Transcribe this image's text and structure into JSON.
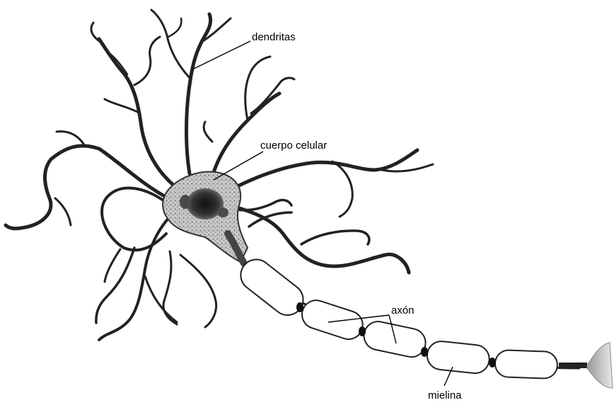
{
  "diagram": {
    "labels": {
      "dendritas": "dendritas",
      "cuerpo_celular": "cuerpo celular",
      "axon": "axón",
      "mielina": "mielina"
    },
    "colors": {
      "ink": "#222222",
      "soma_fill": "#9a9a9a",
      "nucleus_fill": "#2a2a2a",
      "myelin_fill": "#ffffff",
      "background": "#ffffff"
    }
  }
}
